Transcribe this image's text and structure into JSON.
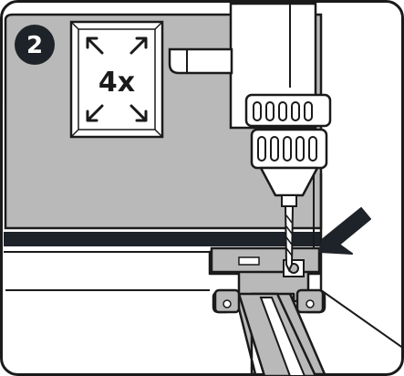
{
  "step": {
    "number": "2"
  },
  "repeat": {
    "label": "4x"
  },
  "icons": {
    "step_badge": "step-number-badge",
    "repeat": "expand-arrows-icon",
    "pointer": "arrow-pointer-icon",
    "tool": "power-drill-icon"
  },
  "colors": {
    "panel": "#b9b9b9",
    "outline": "#1a1a1a",
    "white": "#ffffff",
    "dark": "#1e2329"
  }
}
